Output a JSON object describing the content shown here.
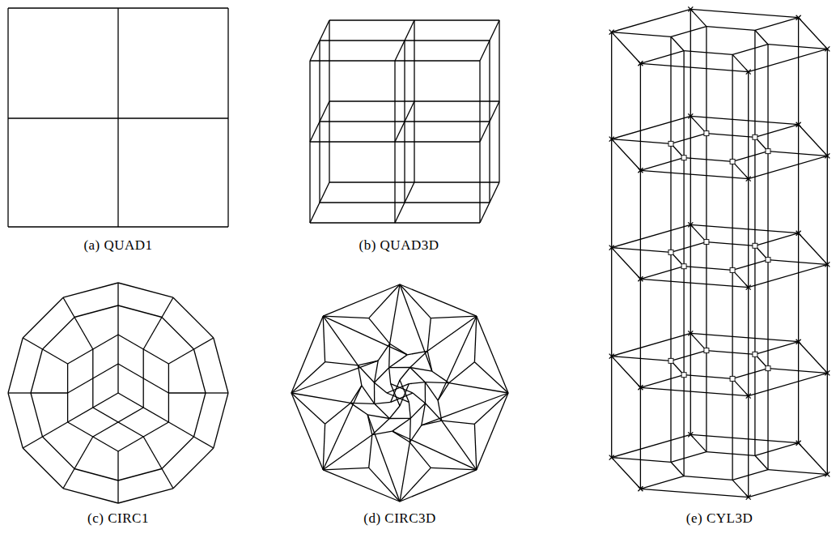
{
  "diagram": {
    "labels": [
      "(a) QUAD1",
      "(b) QUAD3D",
      "(c) CIRC1",
      "(d) CIRC3D",
      "(e) CYL3D"
    ]
  }
}
